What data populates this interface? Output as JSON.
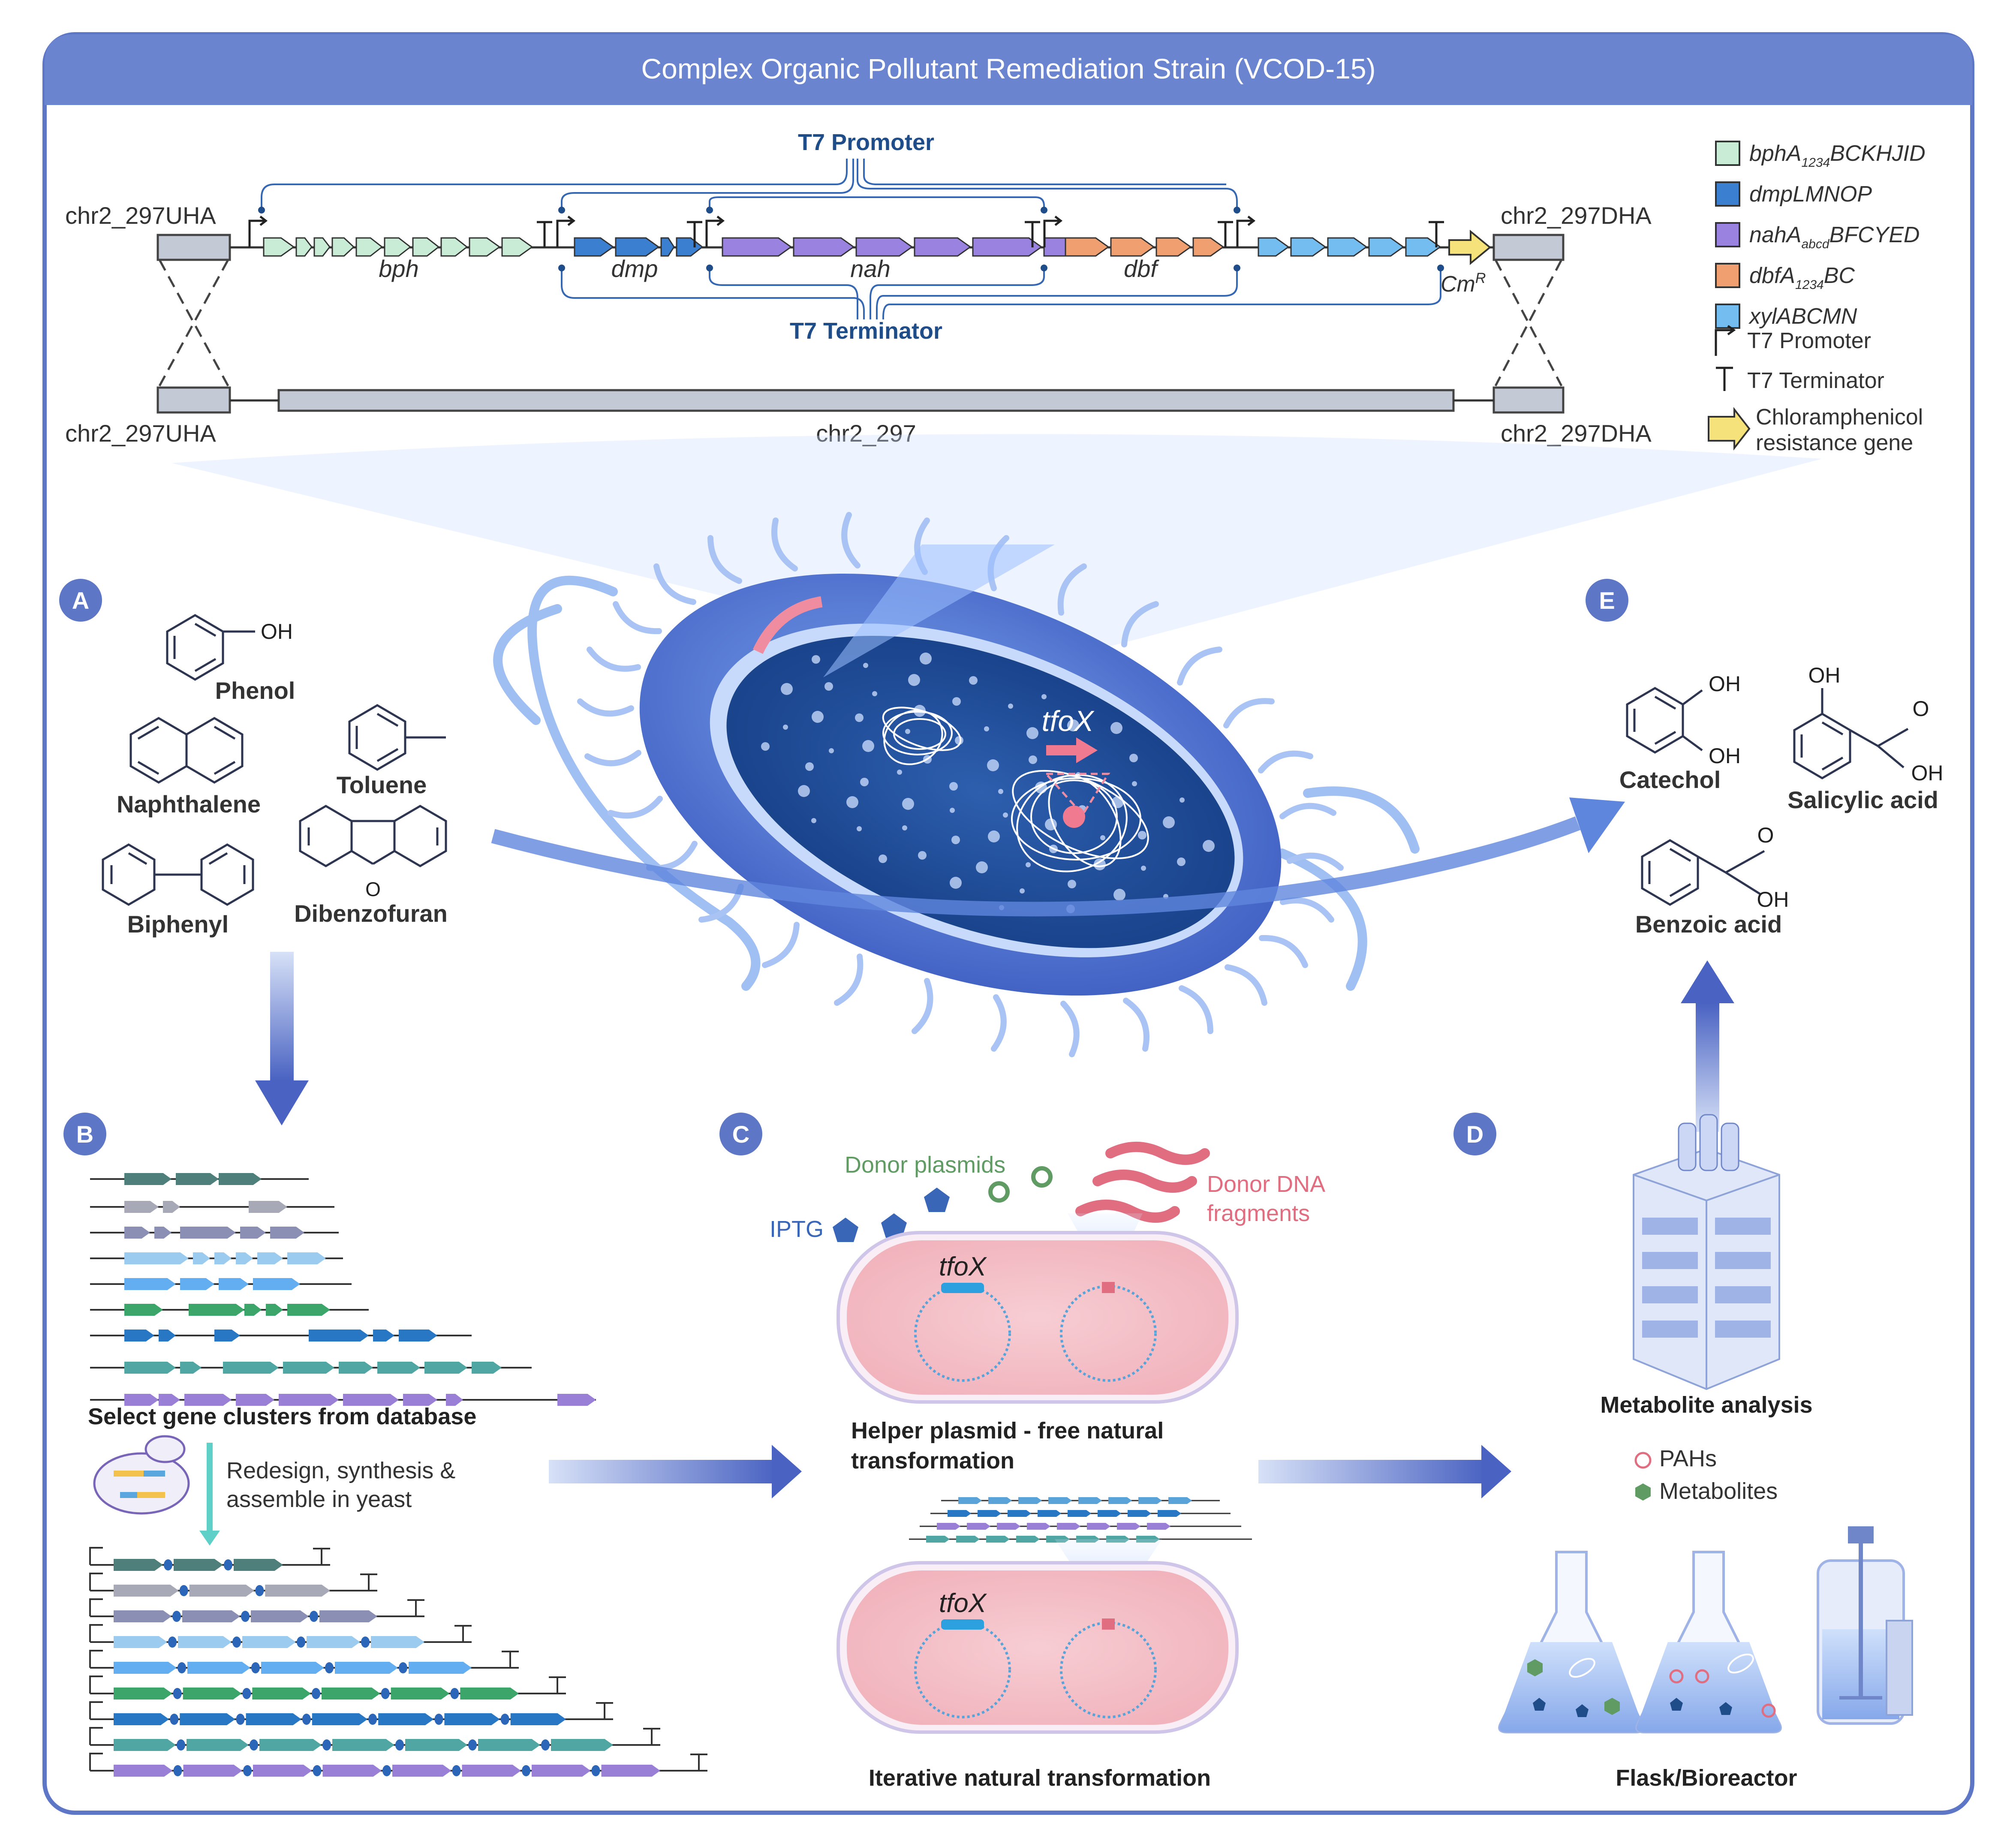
{
  "header": {
    "title": "Complex Organic Pollutant Remediation Strain (VCOD-15)"
  },
  "construct": {
    "uha_label": "chr2_297UHA",
    "dha_label": "chr2_297DHA",
    "chr_label": "chr2_297",
    "promoter_label": "T7 Promoter",
    "terminator_label": "T7 Terminator",
    "clusters": [
      "bph",
      "dmp",
      "nah",
      "dbf"
    ],
    "cm_label": "Cm",
    "cm_sup": "R"
  },
  "legend": {
    "items": [
      {
        "base": "bphA",
        "sub": "1234",
        "rest": "BCKHJID",
        "color": "#c9ecd6"
      },
      {
        "base": "dmpLMNOP",
        "sub": "",
        "rest": "",
        "color": "#3b7fd0"
      },
      {
        "base": "nahA",
        "sub": "abcd",
        "rest": "BFCYED",
        "color": "#9a83e0"
      },
      {
        "base": "dbfA",
        "sub": "1234",
        "rest": "BC",
        "color": "#f0a070"
      },
      {
        "base": "xylABCMN",
        "sub": "",
        "rest": "",
        "color": "#74bdf0"
      }
    ],
    "promoter": "T7 Promoter",
    "terminator": "T7 Terminator",
    "cm_line1": "Chloramphenicol",
    "cm_line2": "resistance gene"
  },
  "panels": {
    "a": "A",
    "b": "B",
    "c": "C",
    "d": "D",
    "e": "E"
  },
  "compounds_a": {
    "phenol": "Phenol",
    "oh": "OH",
    "naphthalene": "Naphthalene",
    "toluene": "Toluene",
    "biphenyl": "Biphenyl",
    "dibenzofuran": "Dibenzofuran",
    "o": "O"
  },
  "cell": {
    "tfox": "tfoX"
  },
  "compounds_e": {
    "catechol": "Catechol",
    "salicylic": "Salicylic acid",
    "benzoic": "Benzoic acid",
    "oh": "OH",
    "o": "O"
  },
  "panel_b": {
    "select_label": "Select gene clusters from database",
    "redesign_line1": "Redesign, synthesis &",
    "redesign_line2": "assemble in yeast"
  },
  "panel_c": {
    "donor_plasmids": "Donor plasmids",
    "donor_dna_line1": "Donor DNA",
    "donor_dna_line2": "fragments",
    "iptg": "IPTG",
    "tfox": "tfoX",
    "helper_line1": "Helper plasmid - free natural",
    "helper_line2": "transformation",
    "iterative": "Iterative natural transformation"
  },
  "panel_d": {
    "metabolite_analysis": "Metabolite analysis",
    "pahs": "PAHs",
    "metabolites": "Metabolites",
    "flask": "Flask/Bioreactor"
  },
  "colors": {
    "frame": "#5d77c6",
    "header": "#6a84cf",
    "navy": "#1f4d8a",
    "pink": "#e06d80",
    "green": "#5f9b63",
    "iptg": "#3a66b7"
  }
}
